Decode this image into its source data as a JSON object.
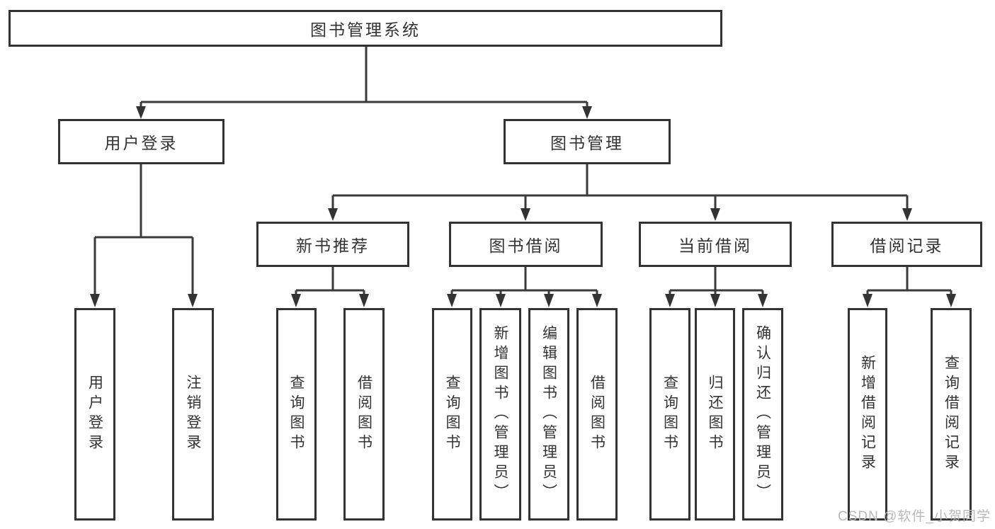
{
  "colors": {
    "line": "#3a3a3a",
    "box_border": "#333333",
    "text": "#333333",
    "watermark": "#b9b9b9",
    "background": "#ffffff"
  },
  "watermark": {
    "text": "CSDN @软件_小贺同学"
  },
  "tree": {
    "root": {
      "label": "图书管理系统"
    },
    "branches": [
      {
        "label": "用户登录",
        "children": [
          {
            "label": "用户登录"
          },
          {
            "label": "注销登录"
          }
        ]
      },
      {
        "label": "图书管理",
        "children": [
          {
            "label": "新书推荐",
            "children": [
              {
                "label": "查询图书"
              },
              {
                "label": "借阅图书"
              }
            ]
          },
          {
            "label": "图书借阅",
            "children": [
              {
                "label": "查询图书"
              },
              {
                "label": "新增图书（管理员）"
              },
              {
                "label": "编辑图书（管理员）"
              },
              {
                "label": "借阅图书"
              }
            ]
          },
          {
            "label": "当前借阅",
            "children": [
              {
                "label": "查询图书"
              },
              {
                "label": "归还图书"
              },
              {
                "label": "确认归还（管理员）"
              }
            ]
          },
          {
            "label": "借阅记录",
            "children": [
              {
                "label": "新增借阅记录"
              },
              {
                "label": "查询借阅记录"
              }
            ]
          }
        ]
      }
    ]
  }
}
